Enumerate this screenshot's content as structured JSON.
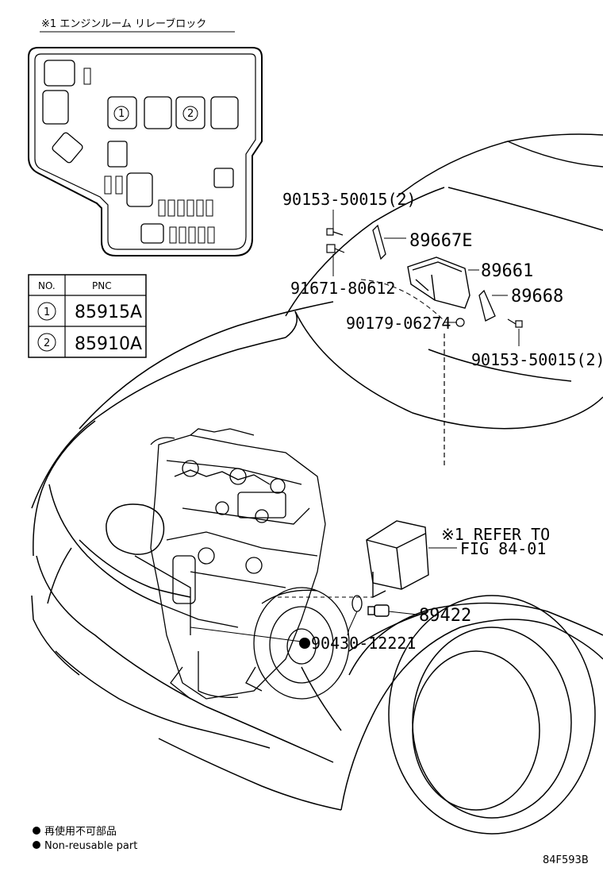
{
  "relay_block": {
    "heading": "※1 エンジンルーム リレーブロック",
    "marker_1": "1",
    "marker_2": "2"
  },
  "pnc_table": {
    "col_no": "NO.",
    "col_pnc": "PNC",
    "rows": [
      {
        "no": "1",
        "pnc": "85915A"
      },
      {
        "no": "2",
        "pnc": "85910A"
      }
    ]
  },
  "callouts": {
    "p90153_top": "90153-50015(2)",
    "p89667E": "89667E",
    "p89661": "89661",
    "p91671": "91671-80612",
    "p89668": "89668",
    "p90179": "90179-06274",
    "p90153_bottom": "90153-50015(2)",
    "refer_line1": "※1 REFER TO",
    "refer_line2": "FIG 84-01",
    "p89422": "89422",
    "p90430": "90430-12221"
  },
  "legend": {
    "jp": "再使用不可部品",
    "en": "Non-reusable part"
  },
  "figure_code": "84F593B"
}
